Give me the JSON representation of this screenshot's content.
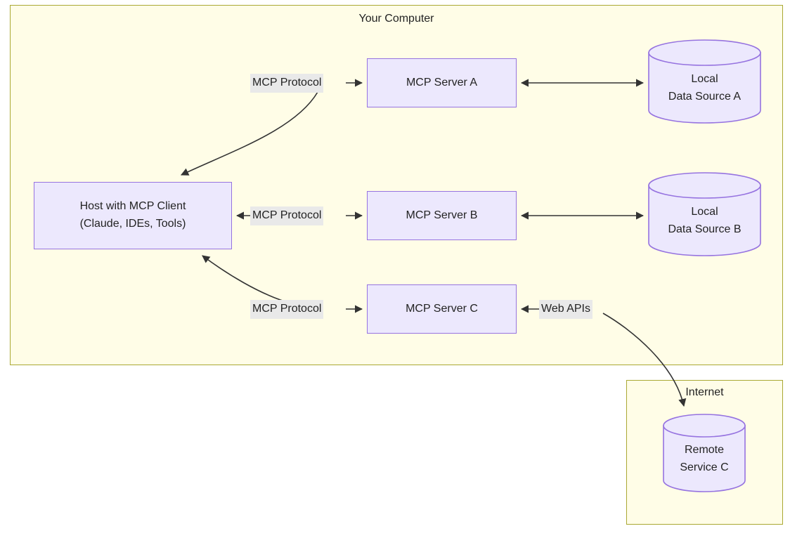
{
  "diagram": {
    "type": "architecture-flow",
    "groups": [
      {
        "id": "your-computer",
        "label": "Your Computer"
      },
      {
        "id": "internet",
        "label": "Internet"
      }
    ],
    "nodes": {
      "host": {
        "line1": "Host with MCP Client",
        "line2": "(Claude, IDEs, Tools)"
      },
      "server_a": {
        "label": "MCP Server A"
      },
      "server_b": {
        "label": "MCP Server B"
      },
      "server_c": {
        "label": "MCP Server C"
      },
      "source_a": {
        "line1": "Local",
        "line2": "Data Source A"
      },
      "source_b": {
        "line1": "Local",
        "line2": "Data Source B"
      },
      "remote_c": {
        "line1": "Remote",
        "line2": "Service C"
      }
    },
    "edge_labels": {
      "protocol_a": "MCP Protocol",
      "protocol_b": "MCP Protocol",
      "protocol_c": "MCP Protocol",
      "web_apis": "Web APIs"
    },
    "colors": {
      "group_fill": "#fffde7",
      "group_stroke": "#aaa833",
      "node_fill": "#ece8fd",
      "node_stroke": "#9673e0",
      "edge_stroke": "#333333",
      "label_fill": "#e9e9e9",
      "text": "#232323",
      "page_background": "#ffffff"
    }
  }
}
